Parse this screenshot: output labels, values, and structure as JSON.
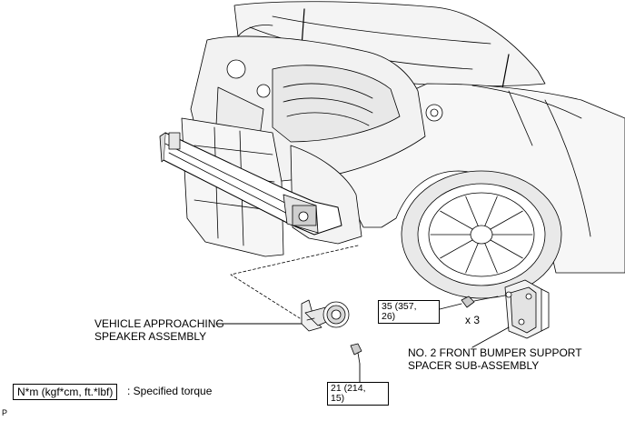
{
  "labels": {
    "speaker_line1": "VEHICLE APPROACHING",
    "speaker_line2": "SPEAKER ASSEMBLY",
    "spacer_line1": "NO. 2 FRONT BUMPER SUPPORT",
    "spacer_line2": "SPACER SUB-ASSEMBLY",
    "qty": "x 3",
    "corner_mark": "P"
  },
  "torque_specs": [
    {
      "id": "spacer-bolt",
      "line1": "35 (357,",
      "line2": "26)"
    },
    {
      "id": "speaker-bolt",
      "line1": "21 (214,",
      "line2": "15)"
    }
  ],
  "legend": {
    "units": "N*m (kgf*cm, ft.*lbf)",
    "description": ": Specified torque"
  }
}
